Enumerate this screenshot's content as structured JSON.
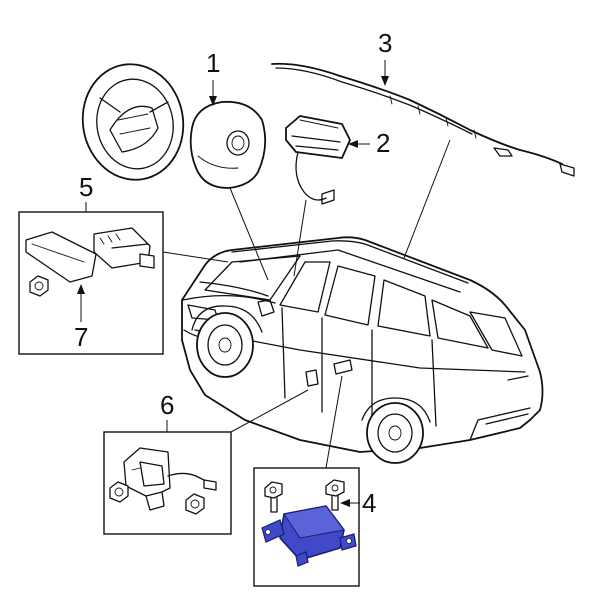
{
  "callouts": {
    "c1": "1",
    "c2": "2",
    "c3": "3",
    "c4": "4",
    "c5": "5",
    "c6": "6",
    "c7": "7"
  },
  "colors": {
    "highlight_fill": "#3f49c9",
    "highlight_stroke": "#1a1f6e",
    "line": "#111111",
    "background": "#ffffff"
  }
}
